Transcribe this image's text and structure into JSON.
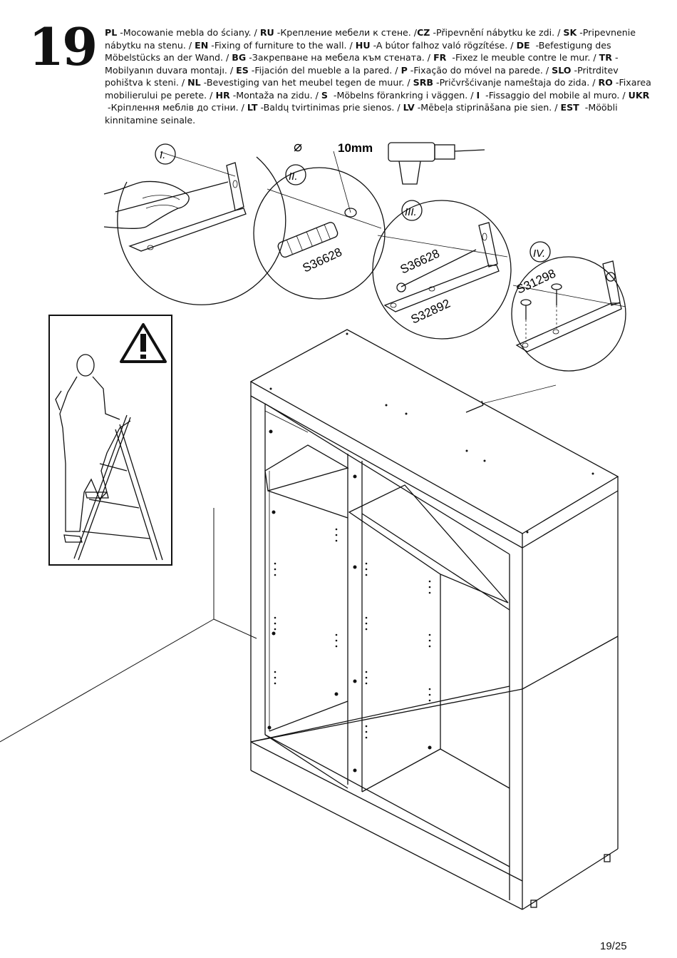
{
  "step": {
    "number": "19"
  },
  "instructions": [
    {
      "code": "PL",
      "sep": " -",
      "text": "Mocowanie mebla do ściany. / "
    },
    {
      "code": "RU",
      "sep": " -",
      "text": "Крепление мебели к стене. /"
    },
    {
      "code": "CZ",
      "sep": " -",
      "text": "Připevnění nábytku ke zdi. / "
    },
    {
      "code": "SK",
      "sep": " -",
      "text": "Pripevnenie nábytku na stenu. / "
    },
    {
      "code": "EN",
      "sep": " -",
      "text": "Fixing of furniture to the wall. / "
    },
    {
      "code": "HU",
      "sep": " -",
      "text": "A bútor falhoz való rögzítése. / "
    },
    {
      "code": "DE",
      "sep": "  -",
      "text": "Befestigung des Möbelstücks an der Wand. / "
    },
    {
      "code": "BG",
      "sep": " -",
      "text": "Закрепване на мебела към стената. / "
    },
    {
      "code": "FR",
      "sep": "  -",
      "text": "Fixez le meuble contre le mur. / "
    },
    {
      "code": "TR",
      "sep": " -",
      "text": "Mobilyanın duvara montajı. / "
    },
    {
      "code": "ES",
      "sep": " -",
      "text": "Fijación del mueble a la pared. / "
    },
    {
      "code": "P",
      "sep": " -",
      "text": "Fixação do móvel na parede.  / "
    },
    {
      "code": "SLO",
      "sep": " -",
      "text": "Pritrditev pohištva k steni. / "
    },
    {
      "code": "NL",
      "sep": " -",
      "text": "Bevestiging van het meubel tegen de muur. / "
    },
    {
      "code": "SRB",
      "sep": " -",
      "text": "Pričvršćivanje nameštaja do zida. / "
    },
    {
      "code": "RO",
      "sep": " -",
      "text": "Fixarea mobilierului pe perete. / "
    },
    {
      "code": "HR",
      "sep": " -",
      "text": "Montaža na zidu. / "
    },
    {
      "code": "S",
      "sep": "  -",
      "text": "Möbelns förankring i väggen. / "
    },
    {
      "code": "I",
      "sep": "  -",
      "text": "Fissaggio del mobile al muro. / "
    },
    {
      "code": "UKR",
      "sep": " -",
      "text": "Кріплення меблів до стіни. / "
    },
    {
      "code": "LT",
      "sep": " -",
      "text": "Baldų tvirtinimas prie sienos. / "
    },
    {
      "code": "LV",
      "sep": " -",
      "text": "Mēbeļa stiprināšana pie sien. / "
    },
    {
      "code": "EST",
      "sep": "  -",
      "text": "Mööbli kinnitamine seinale."
    }
  ],
  "details": {
    "i": "I.",
    "ii": "II.",
    "iii": "III.",
    "iv": "IV.",
    "drill_size": "10mm",
    "part_dowel": "S36628",
    "part_screw": "S36628",
    "part_bracket": "S32892",
    "part_small_screw": "S31298"
  },
  "page": {
    "number": "19/25"
  }
}
